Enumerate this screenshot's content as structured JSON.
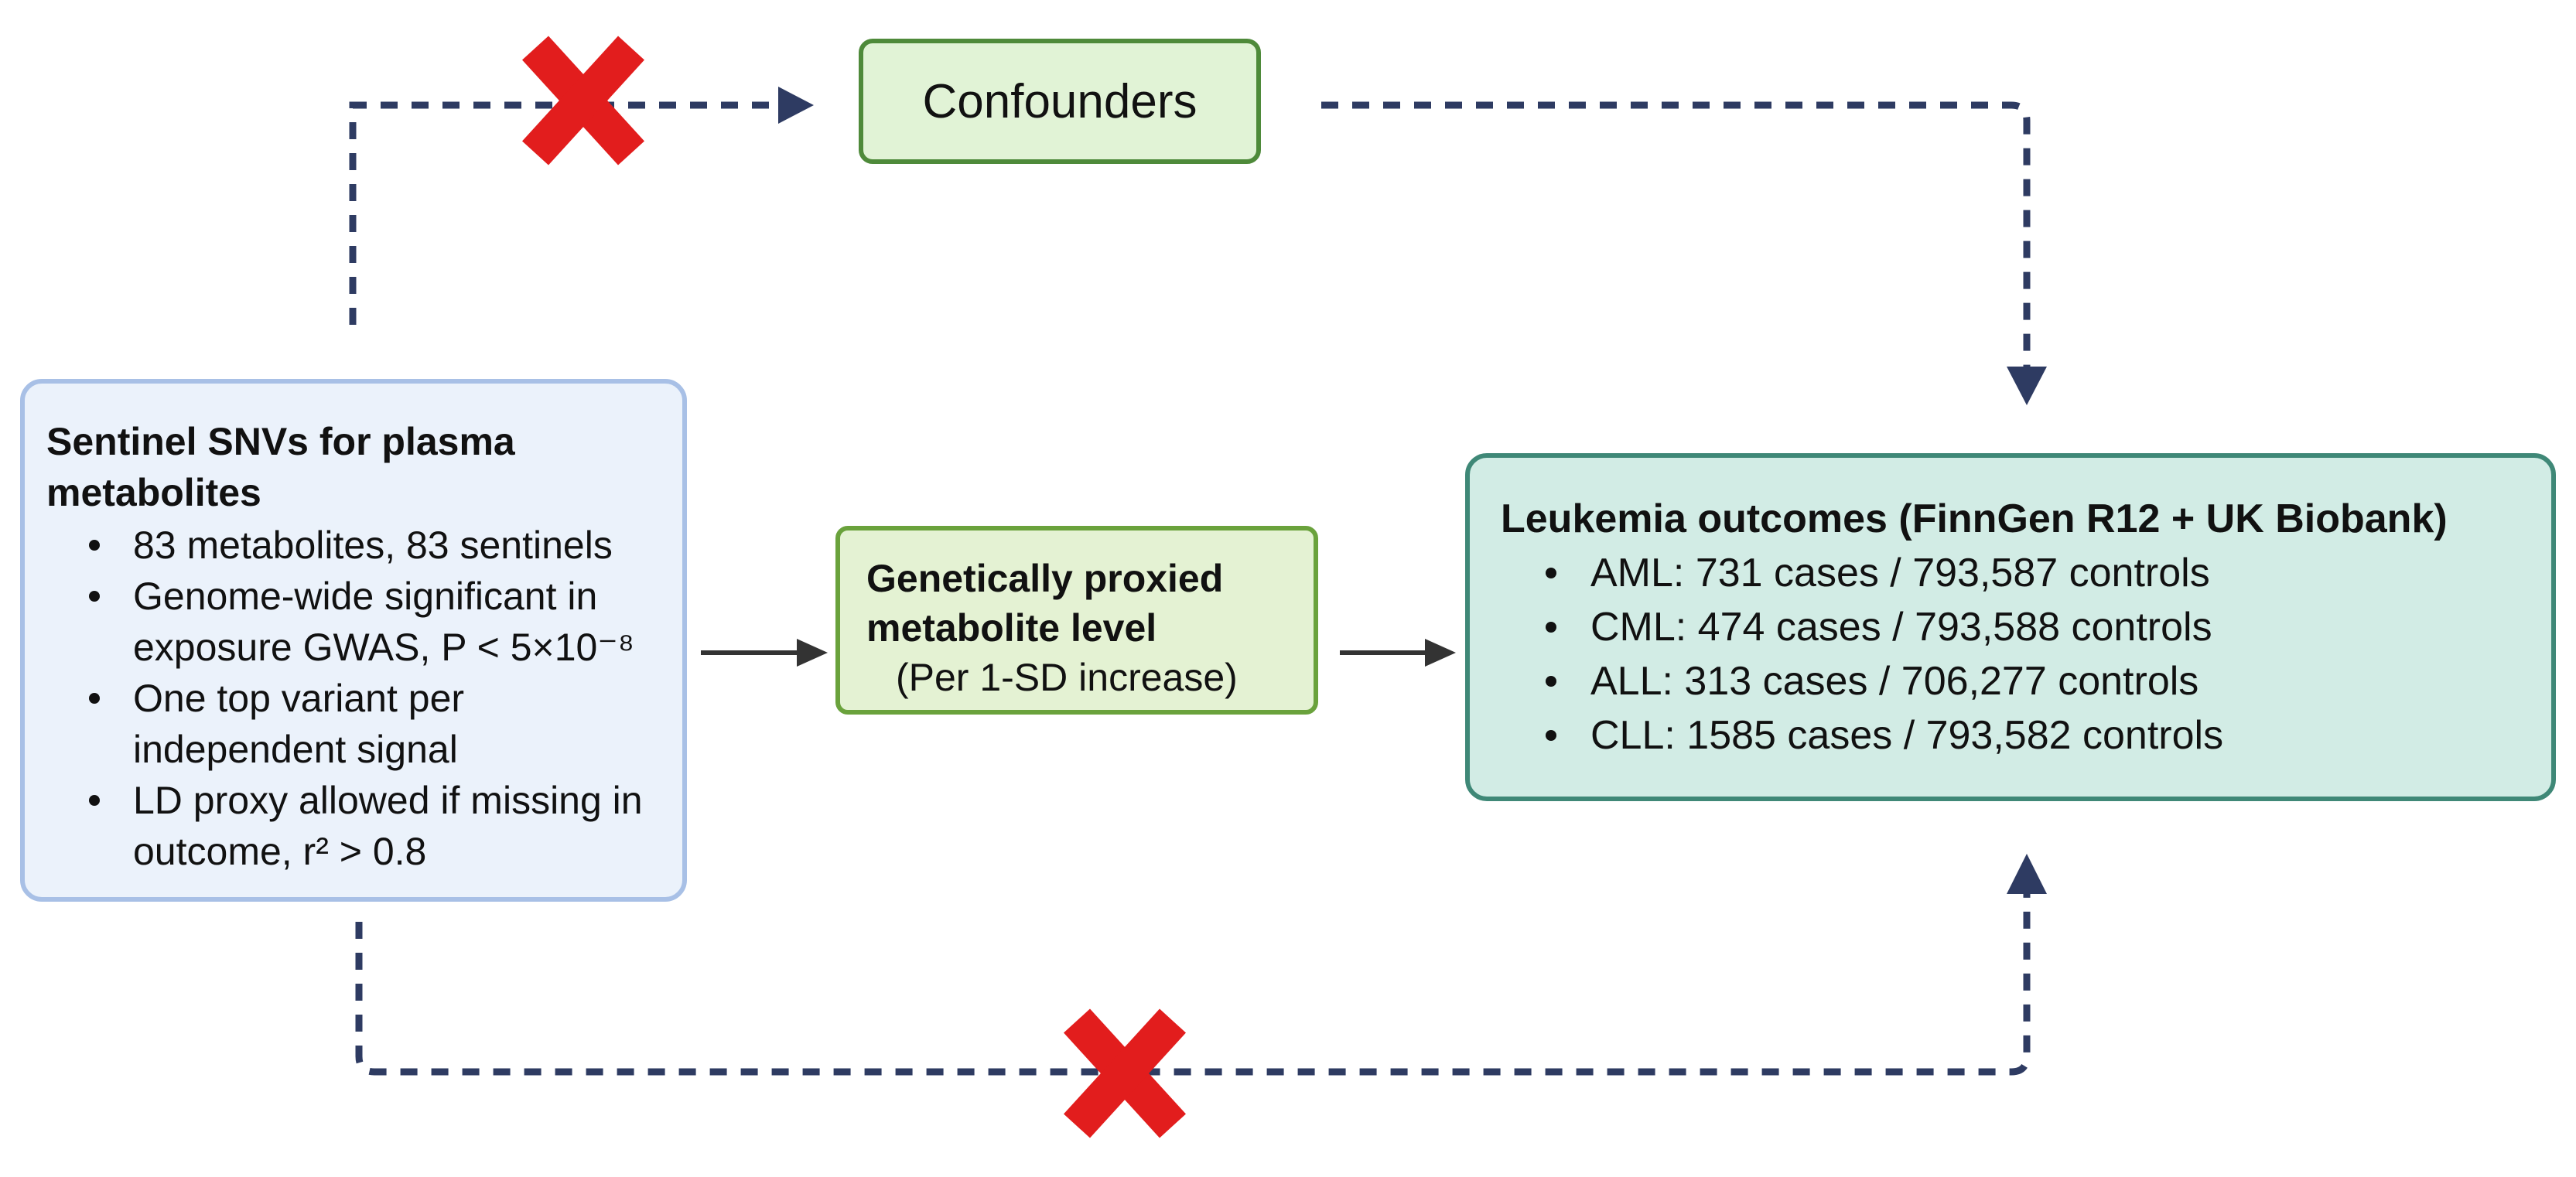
{
  "confounders": {
    "label": "Confounders"
  },
  "exposure": {
    "title": "Sentinel SNVs for plasma metabolites",
    "bullets": [
      "83 metabolites, 83 sentinels",
      "Genome-wide significant in exposure GWAS, P < 5×10⁻⁸",
      "One top variant per independent signal",
      "LD proxy allowed if missing in outcome, r² > 0.8"
    ]
  },
  "mediator": {
    "title": "Genetically proxied metabolite level",
    "subtitle": "(Per 1-SD increase)"
  },
  "outcome": {
    "title": "Leukemia outcomes (FinnGen R12 + UK Biobank)",
    "bullets": [
      "AML: 731 cases / 793,587 controls",
      "CML: 474 cases / 793,588 controls",
      "ALL: 313 cases / 706,277 controls",
      "CLL: 1585 cases / 793,582 controls"
    ]
  },
  "colors": {
    "dashed_arrow": "#2e3b62",
    "solid_arrow": "#333333",
    "cross": "#e21d1d"
  },
  "icons": {
    "violation_marker": "x-mark-icon"
  }
}
